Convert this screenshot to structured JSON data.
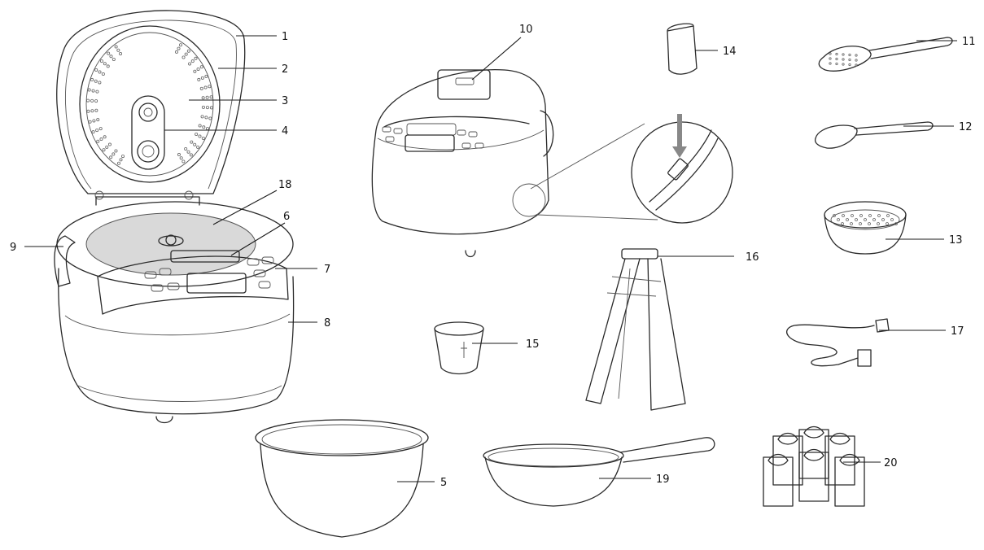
{
  "callouts": [
    {
      "n": "1"
    },
    {
      "n": "2"
    },
    {
      "n": "3"
    },
    {
      "n": "4"
    },
    {
      "n": "5"
    },
    {
      "n": "6"
    },
    {
      "n": "7"
    },
    {
      "n": "8"
    },
    {
      "n": "9"
    },
    {
      "n": "10"
    },
    {
      "n": "11"
    },
    {
      "n": "12"
    },
    {
      "n": "13"
    },
    {
      "n": "14"
    },
    {
      "n": "15"
    },
    {
      "n": "16"
    },
    {
      "n": "17"
    },
    {
      "n": "18"
    },
    {
      "n": "19"
    },
    {
      "n": "20"
    }
  ]
}
